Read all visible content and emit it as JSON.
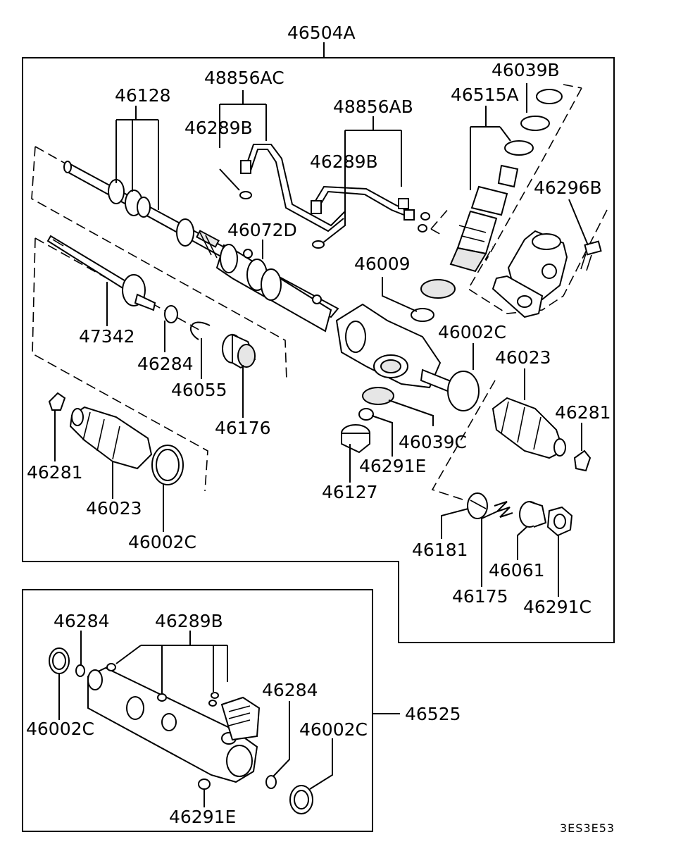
{
  "diagram_code": "3ES3E53",
  "assembly": {
    "main": "46504A",
    "sub": "46525"
  },
  "labels": {
    "l_46504A": "46504A",
    "l_46128": "46128",
    "l_48856AC": "48856AC",
    "l_46289B_a": "46289B",
    "l_48856AB": "48856AB",
    "l_46289B_b": "46289B",
    "l_46039B": "46039B",
    "l_46515A": "46515A",
    "l_46296B": "46296B",
    "l_46072D": "46072D",
    "l_46009": "46009",
    "l_46002C_a": "46002C",
    "l_46023_a": "46023",
    "l_46281_a": "46281",
    "l_47342": "47342",
    "l_46284_a": "46284",
    "l_46055": "46055",
    "l_46176": "46176",
    "l_46039C": "46039C",
    "l_46291E_a": "46291E",
    "l_46127": "46127",
    "l_46281_b": "46281",
    "l_46023_b": "46023",
    "l_46002C_b": "46002C",
    "l_46181": "46181",
    "l_46175": "46175",
    "l_46061": "46061",
    "l_46291C": "46291C",
    "l_46284_b": "46284",
    "l_46289B_c": "46289B",
    "l_46002C_c": "46002C",
    "l_46284_c": "46284",
    "l_46525": "46525",
    "l_46002C_d": "46002C",
    "l_46291E_b": "46291E"
  }
}
